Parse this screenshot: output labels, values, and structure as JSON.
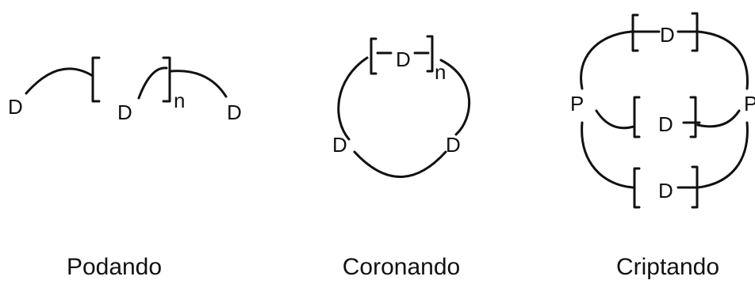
{
  "podando": {
    "caption": "Podando",
    "donor_label": "D",
    "repeat_subscript": "n"
  },
  "coronando": {
    "caption": "Coronando",
    "donor_label": "D",
    "repeat_subscript": "n"
  },
  "criptando": {
    "caption": "Criptando",
    "donor_label": "D",
    "bridgehead_label": "P"
  }
}
